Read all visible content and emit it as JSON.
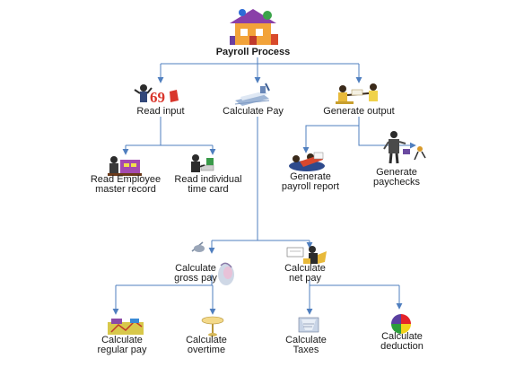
{
  "diagram": {
    "root": {
      "label": "Payroll Process",
      "icon": "house-icon"
    },
    "nodes": {
      "read_input": {
        "label": "Read input",
        "icon": "worker-money-icon"
      },
      "calculate_pay": {
        "label": "Calculate Pay",
        "icon": "calculator-hand-icon"
      },
      "generate_output": {
        "label": "Generate output",
        "icon": "handshake-icon"
      },
      "read_employee_master": {
        "line1": "Read Employee",
        "line2": "master record",
        "icon": "person-at-desk-icon"
      },
      "read_time_card": {
        "line1": "Read individual",
        "line2": "time card",
        "icon": "typist-icon"
      },
      "generate_payroll_report": {
        "line1": "Generate",
        "line2": "payroll report",
        "icon": "people-reading-icon"
      },
      "generate_paychecks": {
        "line1": "Generate",
        "line2": "paychecks",
        "icon": "businessman-icon"
      },
      "calculate_gross_pay": {
        "line1": "Calculate",
        "line2": "gross pay",
        "icon": "satellite-icon"
      },
      "calculate_net_pay": {
        "line1": "Calculate",
        "line2": "net pay",
        "icon": "worker-reading-icon"
      },
      "calculate_regular_pay": {
        "line1": "Calculate",
        "line2": "regular pay",
        "icon": "payroll-chart-icon"
      },
      "calculate_overtime": {
        "line1": "Calculate",
        "line2": "overtime",
        "icon": "clock-icon"
      },
      "calculate_taxes": {
        "line1": "Calculate",
        "line2": "Taxes",
        "icon": "tax-form-icon"
      },
      "calculate_deduction": {
        "line1": "Calculate",
        "line2": "deduction",
        "icon": "pie-chart-icon"
      }
    },
    "colors": {
      "connector": "#4f7fbf",
      "text": "#1a1a1a",
      "pie_segments": [
        "#e4232a",
        "#f2d21a",
        "#2b9d3a",
        "#5a3fa0"
      ]
    }
  }
}
